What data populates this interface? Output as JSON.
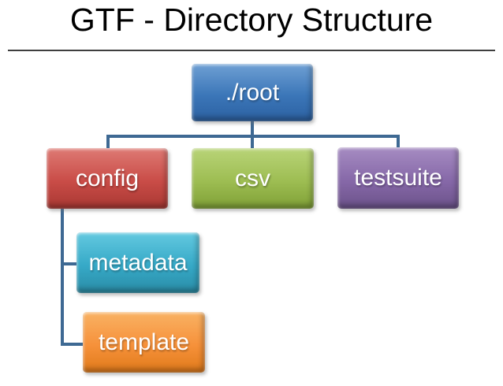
{
  "slide": {
    "title": "GTF - Directory Structure"
  },
  "diagram": {
    "type": "tree",
    "connector_color": "#3E6993",
    "text_color": "#ffffff",
    "nodes": [
      {
        "id": "root",
        "label": "./root",
        "gradient": [
          "#6FA0D4",
          "#3B76B8",
          "#2C61A2"
        ]
      },
      {
        "id": "config",
        "label": "config",
        "gradient": [
          "#DE7A74",
          "#C94C47",
          "#A93833"
        ]
      },
      {
        "id": "csv",
        "label": "csv",
        "gradient": [
          "#B9D478",
          "#9DBD52",
          "#7FA036"
        ]
      },
      {
        "id": "testsuite",
        "label": "testsuite",
        "gradient": [
          "#A68CC2",
          "#8668A8",
          "#6B5289"
        ]
      },
      {
        "id": "metadata",
        "label": "metadata",
        "gradient": [
          "#63C9E0",
          "#36A9C7",
          "#2A8CA6"
        ]
      },
      {
        "id": "template",
        "label": "template",
        "gradient": [
          "#F9B264",
          "#F6913A",
          "#E07A1A"
        ]
      }
    ],
    "edges": [
      {
        "from": "root",
        "to": "config"
      },
      {
        "from": "root",
        "to": "csv"
      },
      {
        "from": "root",
        "to": "testsuite"
      },
      {
        "from": "config",
        "to": "metadata"
      },
      {
        "from": "config",
        "to": "template"
      }
    ]
  }
}
